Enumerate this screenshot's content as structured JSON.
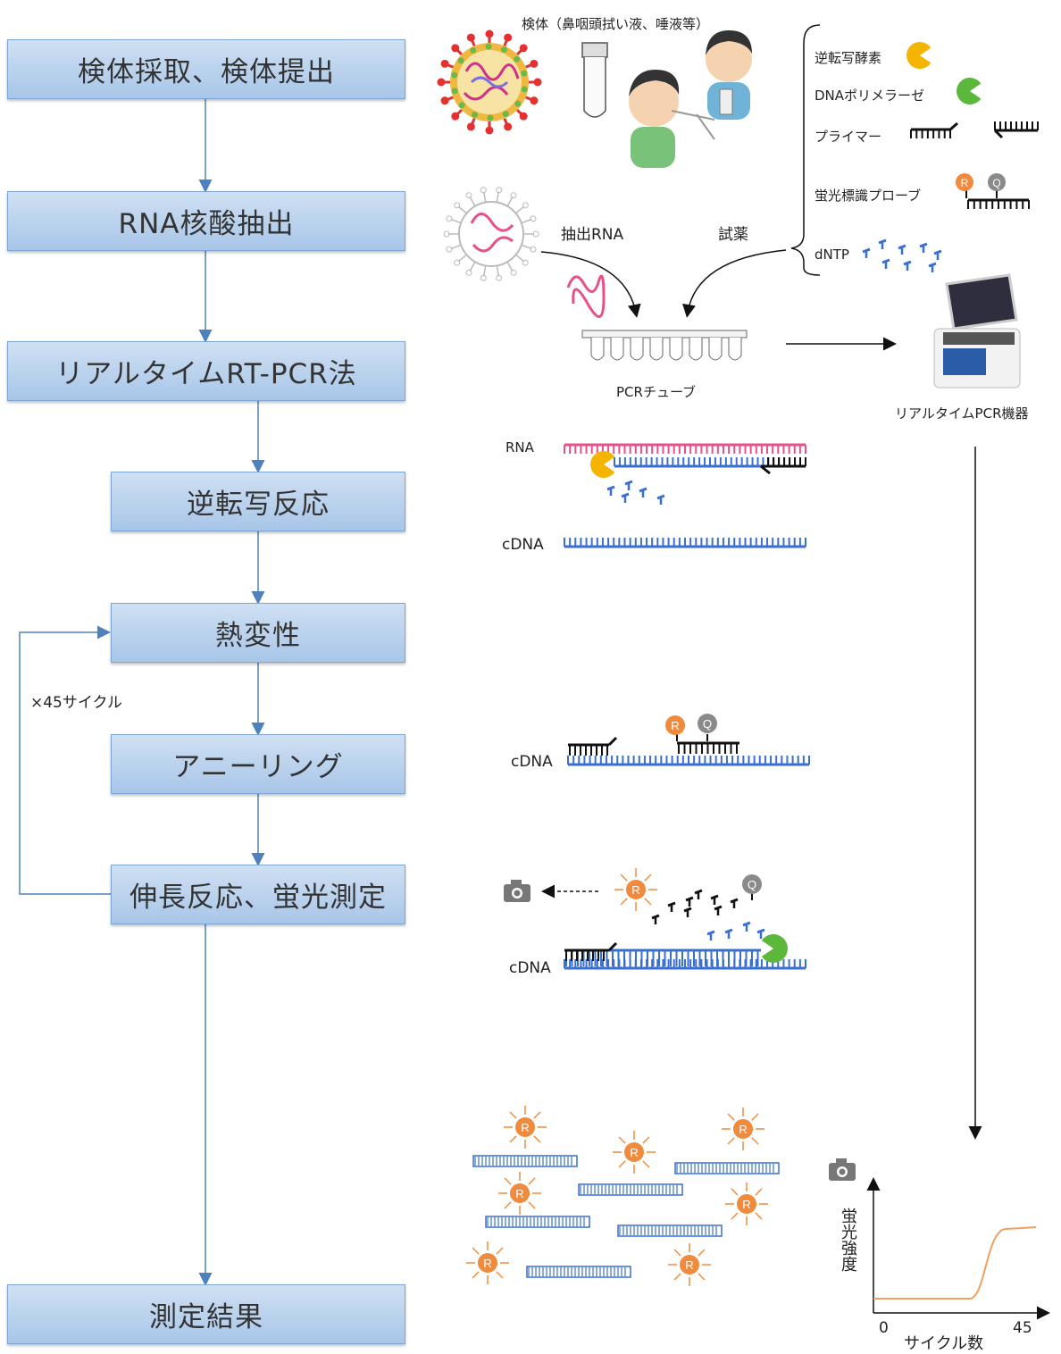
{
  "steps": [
    {
      "id": "collect",
      "label": "検体採取、検体提出"
    },
    {
      "id": "extract",
      "label": "RNA核酸抽出"
    },
    {
      "id": "rtpcr",
      "label": "リアルタイムRT-PCR法"
    },
    {
      "id": "rt",
      "label": "逆転写反応"
    },
    {
      "id": "denature",
      "label": "熱変性"
    },
    {
      "id": "anneal",
      "label": "アニーリング"
    },
    {
      "id": "extend",
      "label": "伸長反応、蛍光測定"
    },
    {
      "id": "result",
      "label": "測定結果"
    }
  ],
  "loop_label": "×45サイクル",
  "specimen_label": "検体（鼻咽頭拭い液、唾液等）",
  "extracted_rna_label": "抽出RNA",
  "reagent_label": "試薬",
  "reagents": {
    "rt_enzyme": "逆転写酵素",
    "dna_polymerase": "DNAポリメラーゼ",
    "primer": "プライマー",
    "probe": "蛍光標識プローブ",
    "dntp": "dNTP"
  },
  "pcr_tube_label": "PCRチューブ",
  "pcr_machine_label": "リアルタイムPCR機器",
  "rna_label": "RNA",
  "cdna_labels": [
    "cDNA",
    "cDNA",
    "cDNA"
  ],
  "reporter_letter": "R",
  "quencher_letter": "Q",
  "graph": {
    "ylabel": "蛍光強度",
    "xlabel": "サイクル数",
    "x_min_label": "0",
    "x_max_label": "45"
  },
  "colors": {
    "step_fill": "#a8c6e8",
    "connector": "#4f81bd",
    "rna": "#e8508a",
    "cdna": "#3a6fd0",
    "reporter": "#f08a3c",
    "quencher": "#8a8a8a",
    "rt_enzyme": "#f5b400",
    "polymerase": "#5cb83a",
    "curve": "#f0a060"
  }
}
